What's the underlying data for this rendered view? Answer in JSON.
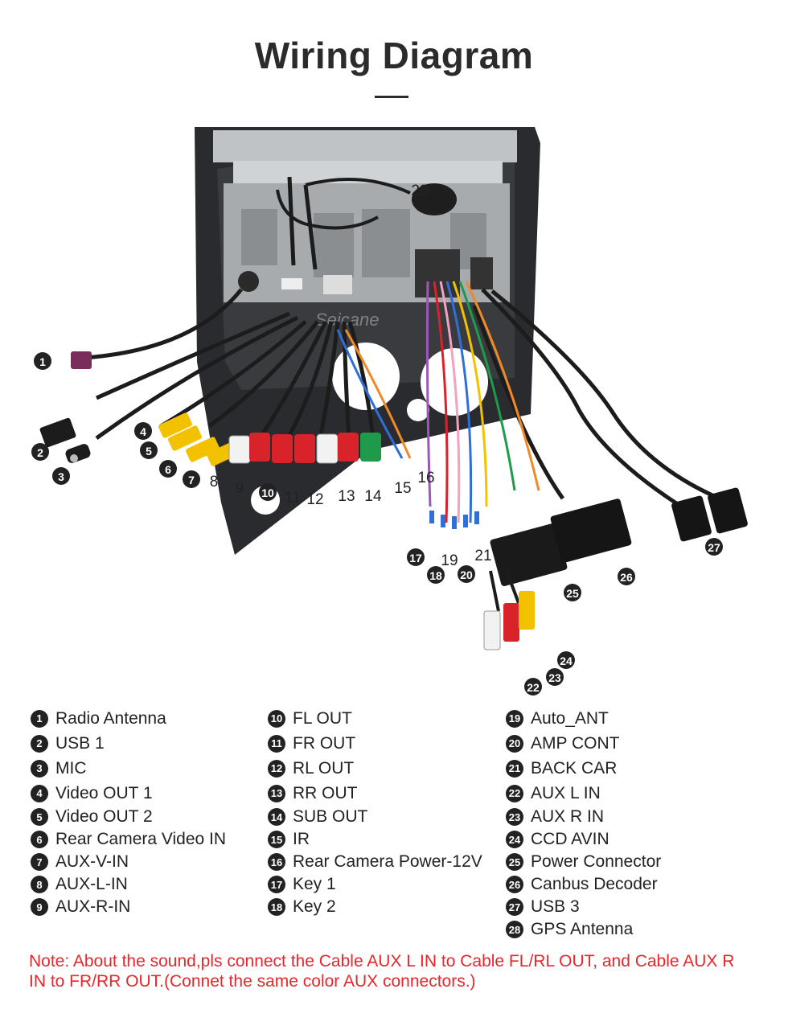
{
  "page": {
    "title": "Wiring Diagram",
    "watermark": "Seicane"
  },
  "diagram": {
    "callouts": [
      "1",
      "2",
      "3",
      "4",
      "5",
      "6",
      "7",
      "8",
      "9",
      "10",
      "11",
      "12",
      "13",
      "14",
      "15",
      "16",
      "17",
      "18",
      "19",
      "20",
      "21",
      "22",
      "23",
      "24",
      "25",
      "26",
      "27",
      "28"
    ]
  },
  "legend": {
    "col1": [
      {
        "num": "1",
        "label": "Radio Antenna"
      },
      {
        "num": "2",
        "label": "USB 1"
      },
      {
        "num": "3",
        "label": "MIC"
      },
      {
        "num": "4",
        "label": "Video OUT 1"
      },
      {
        "num": "5",
        "label": "Video OUT 2"
      },
      {
        "num": "6",
        "label": "Rear Camera Video IN"
      },
      {
        "num": "7",
        "label": "AUX-V-IN"
      },
      {
        "num": "8",
        "label": "AUX-L-IN"
      },
      {
        "num": "9",
        "label": "AUX-R-IN"
      }
    ],
    "col2": [
      {
        "num": "10",
        "label": "FL OUT"
      },
      {
        "num": "11",
        "label": "FR OUT"
      },
      {
        "num": "12",
        "label": "RL OUT"
      },
      {
        "num": "13",
        "label": "RR OUT"
      },
      {
        "num": "14",
        "label": "SUB OUT"
      },
      {
        "num": "15",
        "label": "IR"
      },
      {
        "num": "16",
        "label": "Rear Camera Power-12V"
      },
      {
        "num": "17",
        "label": "Key 1"
      },
      {
        "num": "18",
        "label": "Key 2"
      }
    ],
    "col3": [
      {
        "num": "19",
        "label": "Auto_ANT"
      },
      {
        "num": "20",
        "label": "AMP CONT"
      },
      {
        "num": "21",
        "label": "BACK CAR"
      },
      {
        "num": "22",
        "label": "AUX L IN"
      },
      {
        "num": "23",
        "label": "AUX R IN"
      },
      {
        "num": "24",
        "label": "CCD AVIN"
      },
      {
        "num": "25",
        "label": "Power Connector"
      },
      {
        "num": "26",
        "label": "Canbus Decoder"
      },
      {
        "num": "27",
        "label": "USB 3"
      },
      {
        "num": "28",
        "label": "GPS Antenna"
      }
    ]
  },
  "note": {
    "text": "Note: About the sound,pls connect the Cable AUX L IN to Cable FL/RL OUT, and Cable AUX R IN to  FR/RR OUT.(Connet the same color AUX connectors.)"
  },
  "colors": {
    "note": "#e8262c",
    "rca_yellow": "#f2c200",
    "rca_red": "#d8232a",
    "rca_white": "#f2f2f2",
    "rca_green": "#1f9a4a",
    "cable": "#1c1c1c"
  }
}
